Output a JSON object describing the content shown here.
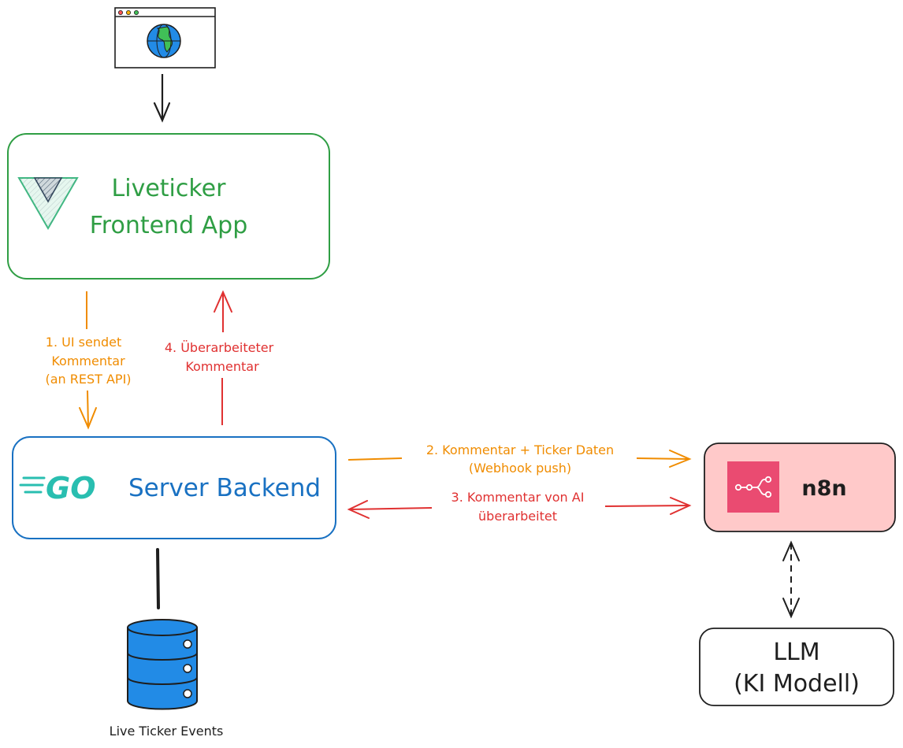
{
  "frontend": {
    "title_line1": "Liveticker",
    "title_line2": "Frontend App"
  },
  "backend": {
    "logo": "GO",
    "title": "Server Backend"
  },
  "n8n": {
    "label": "n8n"
  },
  "llm": {
    "line1": "LLM",
    "line2": "(KI Modell)"
  },
  "database": {
    "label": "Live Ticker Events"
  },
  "edges": {
    "step1": {
      "line1": "1. UI sendet",
      "line2": "Kommentar",
      "line3": "(an REST API)"
    },
    "step4": {
      "line1": "4. Überarbeiteter",
      "line2": "Kommentar"
    },
    "step2": {
      "line1": "2. Kommentar + Ticker Daten",
      "line2": "(Webhook push)"
    },
    "step3": {
      "line1": "3. Kommentar von AI",
      "line2": "überarbeitet"
    }
  },
  "colors": {
    "green": "#2f9e44",
    "blue": "#1971c2",
    "orange": "#f08c00",
    "red": "#e03131",
    "n8n_fill": "#ffc9c9",
    "n8n_logo": "#ea4b71",
    "db_blue": "#228be6",
    "go_cyan": "#29beb0"
  }
}
